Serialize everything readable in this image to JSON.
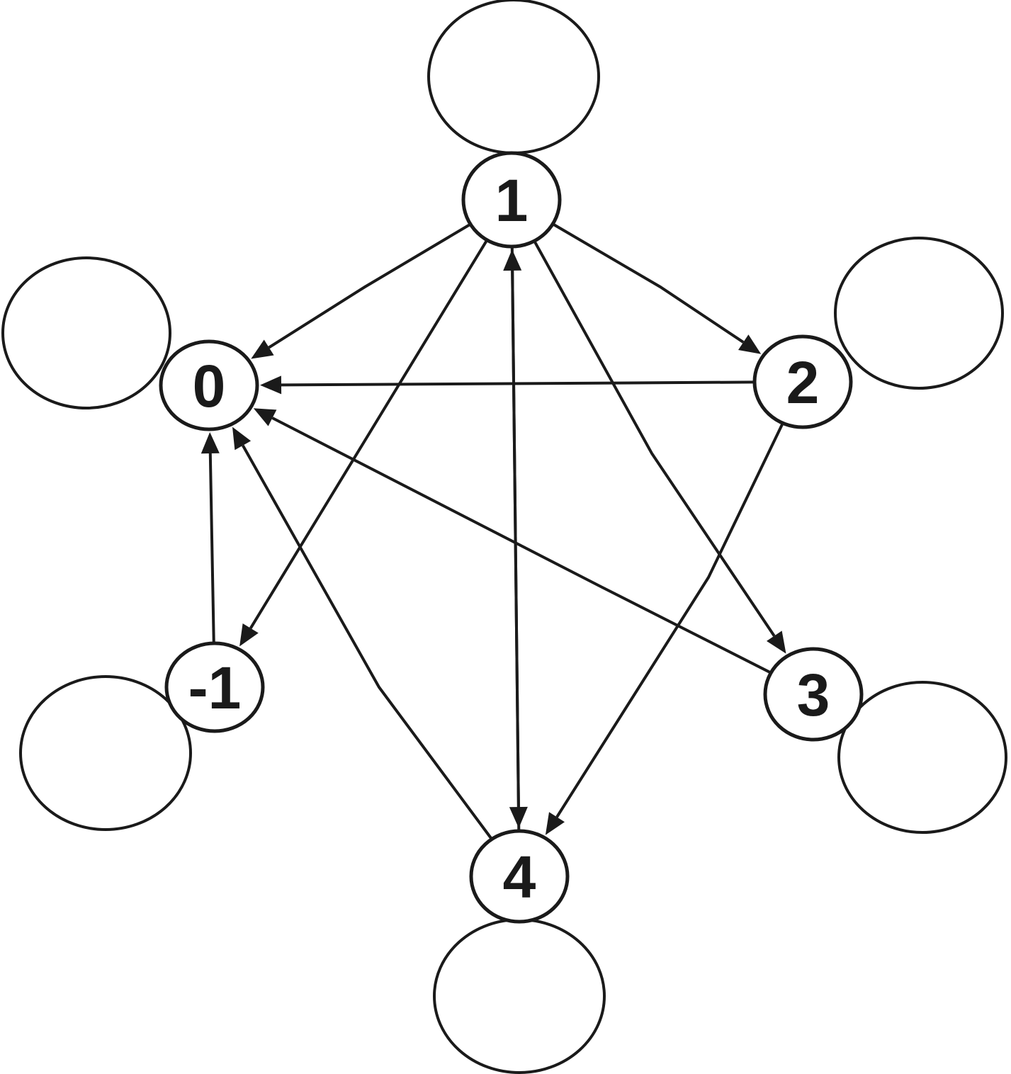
{
  "nodes": [
    {
      "id": "1",
      "label": "1"
    },
    {
      "id": "0",
      "label": "0"
    },
    {
      "id": "2",
      "label": "2"
    },
    {
      "id": "-1",
      "label": "-1"
    },
    {
      "id": "3",
      "label": "3"
    },
    {
      "id": "4",
      "label": "4"
    }
  ],
  "edges": [
    {
      "from": "1",
      "to": "0"
    },
    {
      "from": "1",
      "to": "2"
    },
    {
      "from": "1",
      "to": "-1"
    },
    {
      "from": "1",
      "to": "3"
    },
    {
      "from": "1",
      "to": "4"
    },
    {
      "from": "2",
      "to": "0"
    },
    {
      "from": "2",
      "to": "4"
    },
    {
      "from": "3",
      "to": "0"
    },
    {
      "from": "4",
      "to": "0"
    },
    {
      "from": "4",
      "to": "1"
    },
    {
      "from": "-1",
      "to": "0"
    }
  ],
  "self_loops": [
    "1",
    "0",
    "2",
    "-1",
    "3",
    "4"
  ],
  "colors": {
    "stroke": "#1a1a1a",
    "background": "#ffffff"
  }
}
